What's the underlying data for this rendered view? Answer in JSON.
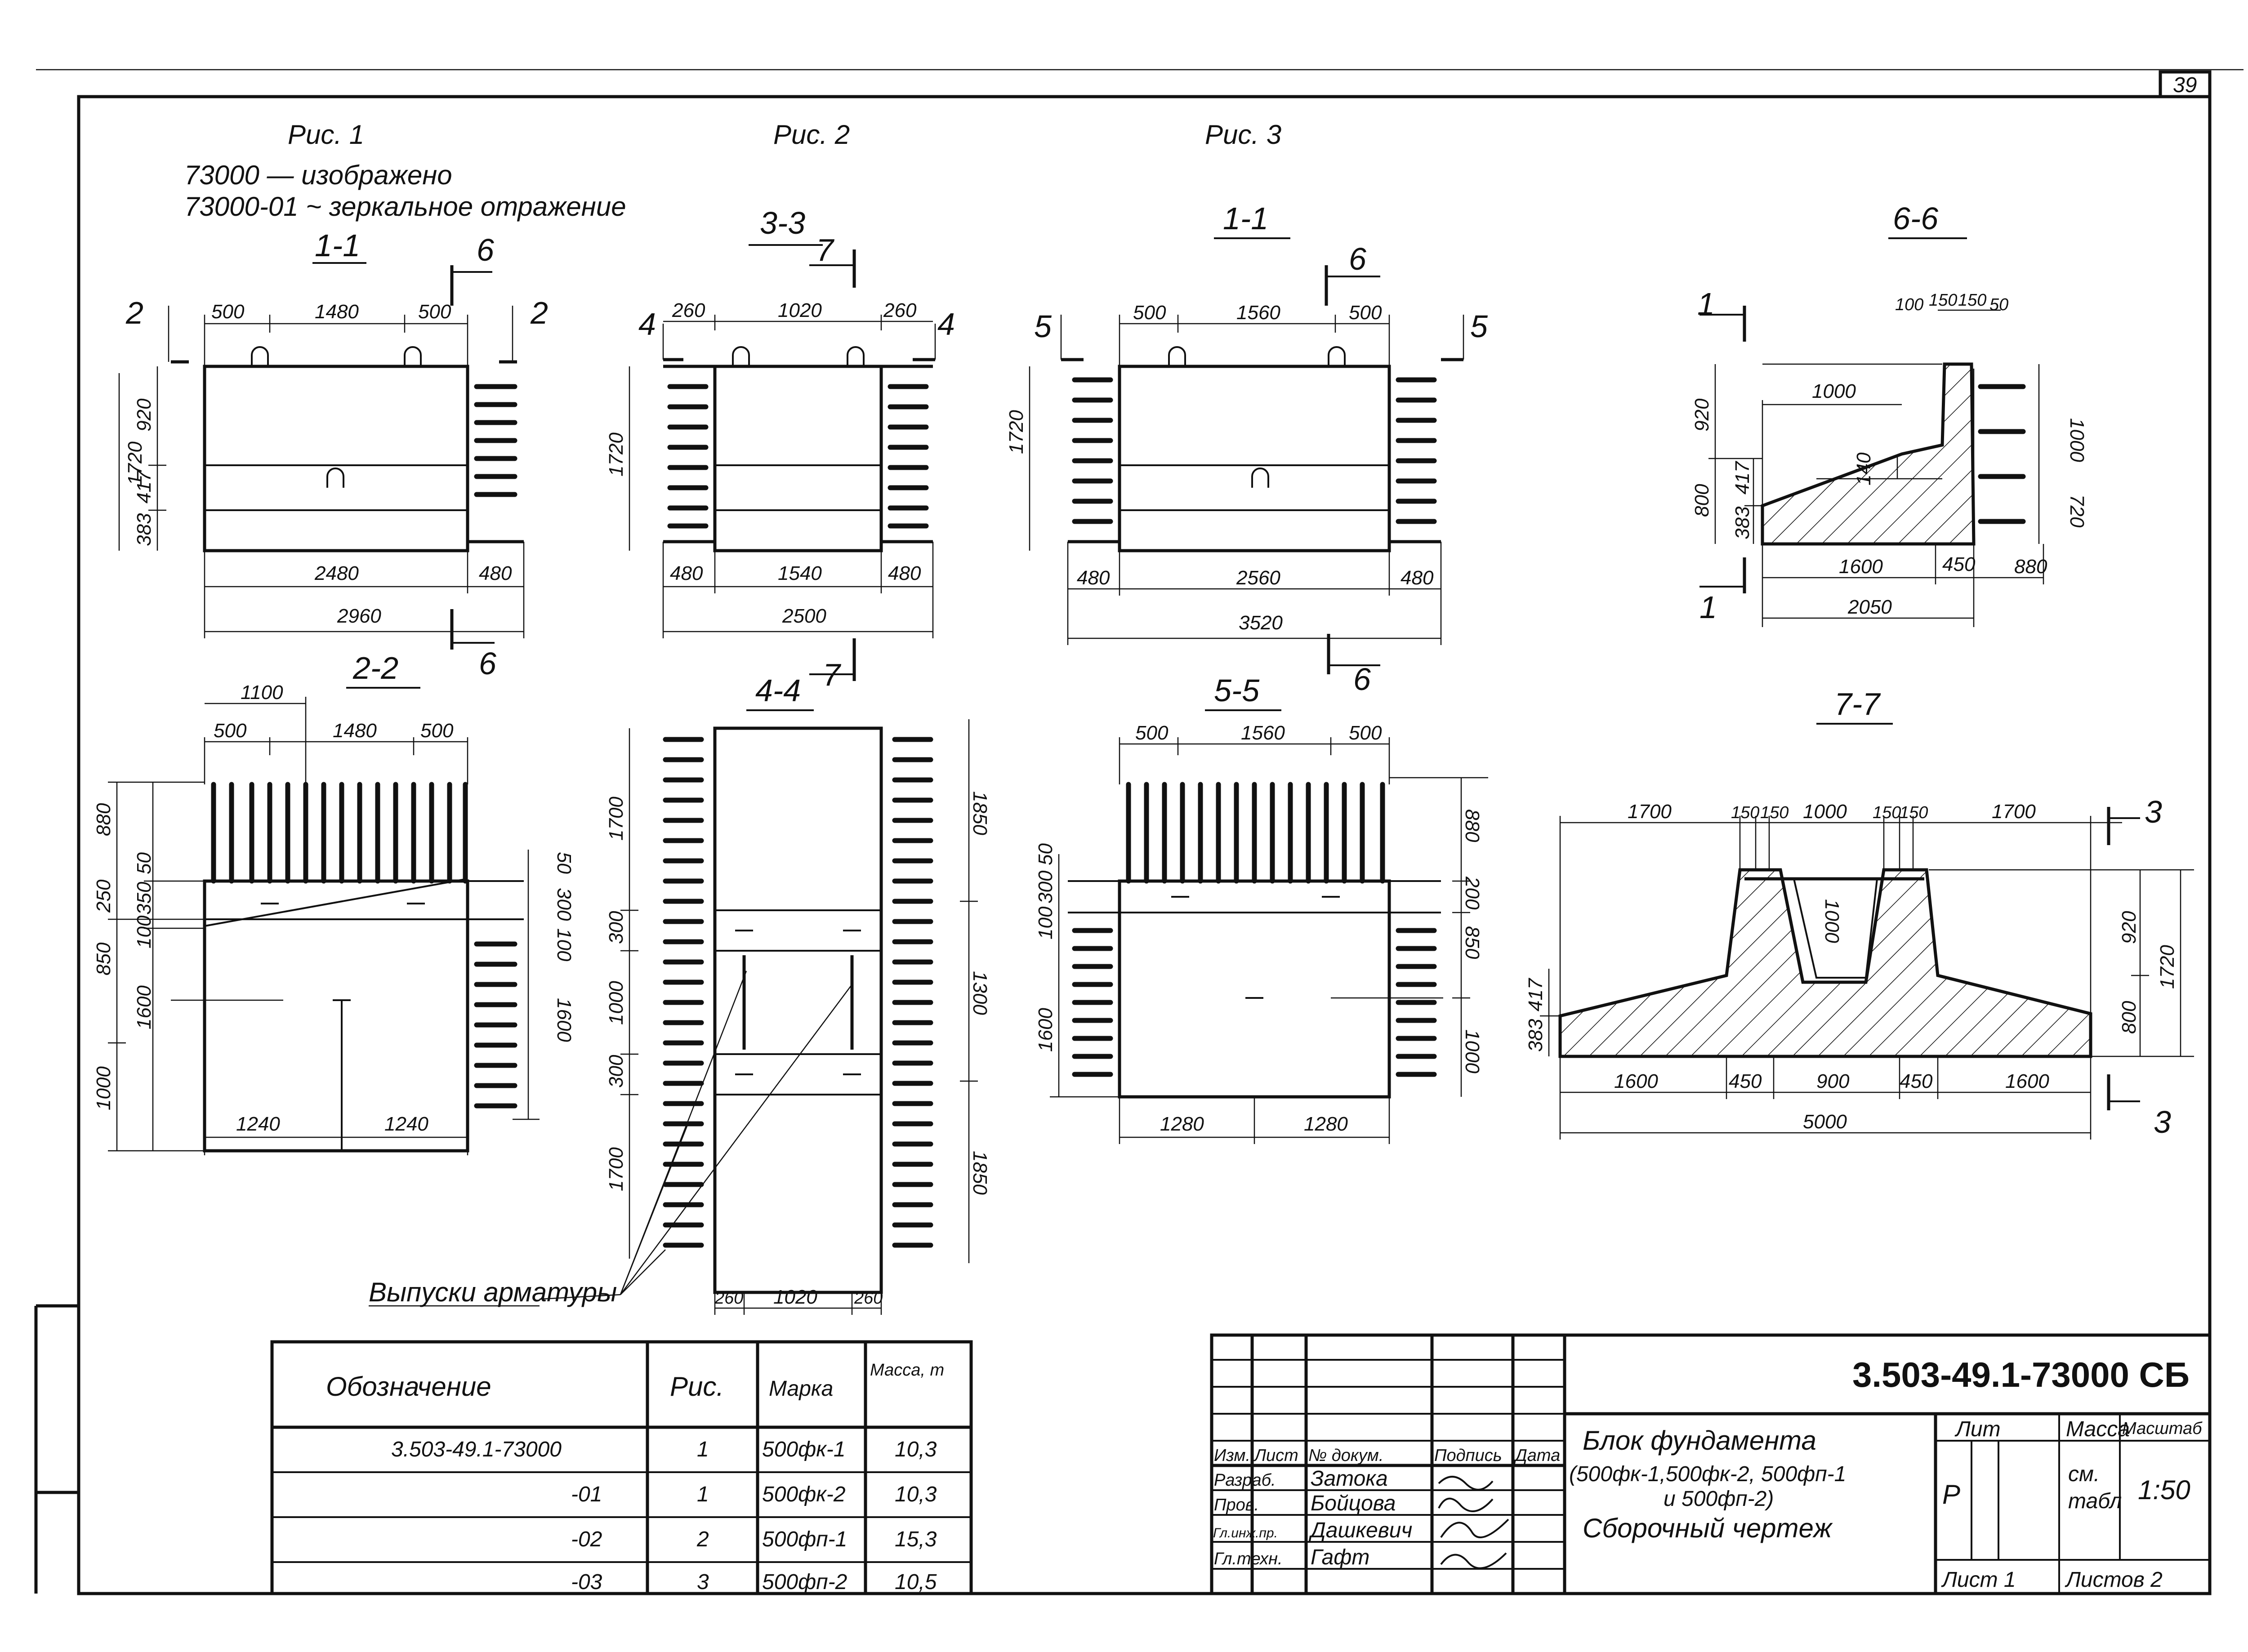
{
  "sheet": {
    "number": "39"
  },
  "captions": {
    "fig1": "Рис. 1",
    "fig2": "Рис. 2",
    "fig3": "Рис. 3",
    "note1": "73000 — изображено",
    "note2": "73000-01 ~ зеркальное отражение",
    "rebar_outlets": "Выпуски арматуры"
  },
  "sections": {
    "fig1_11": "1-1",
    "fig2_33": "3-3",
    "fig3_11": "1-1",
    "s66": "6-6",
    "fig1_22": "2-2",
    "s44": "4-4",
    "s55": "5-5",
    "s77": "7-7"
  },
  "cut_marks": {
    "fig1": [
      "2",
      "2",
      "6",
      "6"
    ],
    "fig2": [
      "4",
      "4",
      "7",
      "7"
    ],
    "fig3": [
      "5",
      "5",
      "6",
      "6"
    ],
    "s66": [
      "1",
      "1"
    ],
    "s77": [
      "3",
      "3"
    ]
  },
  "dims": {
    "f1": {
      "top": [
        "500",
        "1480",
        "500"
      ],
      "left": [
        "1720",
        "920",
        "417",
        "383"
      ],
      "bottom": [
        "2480",
        "480",
        "2960"
      ]
    },
    "f2": {
      "top": [
        "260",
        "1020",
        "260"
      ],
      "left": [
        "1720"
      ],
      "bottom": [
        "480",
        "1540",
        "480",
        "2500"
      ]
    },
    "f3": {
      "top": [
        "500",
        "1560",
        "500"
      ],
      "left": [
        "1720"
      ],
      "bottom": [
        "480",
        "2560",
        "480",
        "3520"
      ]
    },
    "s66": {
      "top": [
        "100",
        "150",
        "150",
        "50"
      ],
      "left": [
        "920",
        "800",
        "417",
        "383"
      ],
      "inner": [
        "1000",
        "140"
      ],
      "right": [
        "1000",
        "720"
      ],
      "bottom": [
        "1600",
        "450",
        "880",
        "2050"
      ]
    },
    "s22": {
      "top": [
        "1100",
        "500",
        "1480",
        "500"
      ],
      "left": [
        "880",
        "50",
        "250",
        "350",
        "100",
        "850",
        "1600",
        "1000"
      ],
      "right": [
        "50",
        "300",
        "100",
        "1600"
      ],
      "bottom": [
        "1240",
        "1240"
      ]
    },
    "s44": {
      "left": [
        "1700",
        "300",
        "1000",
        "300",
        "1700"
      ],
      "right": [
        "1850",
        "1300",
        "1850"
      ],
      "bottom": [
        "260",
        "1020",
        "260"
      ]
    },
    "s55": {
      "top": [
        "500",
        "1560",
        "500"
      ],
      "left": [
        "50",
        "300",
        "100",
        "1600"
      ],
      "right": [
        "880",
        "200",
        "850",
        "1000"
      ],
      "bottom": [
        "1280",
        "1280"
      ]
    },
    "s77": {
      "top": [
        "1700",
        "150",
        "150",
        "1000",
        "150",
        "150",
        "1700"
      ],
      "left": [
        "417",
        "383"
      ],
      "right": [
        "920",
        "800",
        "1720"
      ],
      "inner": [
        "1000"
      ],
      "bottom": [
        "1600",
        "450",
        "900",
        "450",
        "1600",
        "5000"
      ]
    }
  },
  "spec_table": {
    "headers": [
      "Обозначение",
      "Рис.",
      "Марка",
      "Масса, т"
    ],
    "rows": [
      {
        "designation": "3.503-49.1-73000",
        "fig": "1",
        "mark": "500фк-1",
        "mass": "10,3"
      },
      {
        "designation": "-01",
        "fig": "1",
        "mark": "500фк-2",
        "mass": "10,3"
      },
      {
        "designation": "-02",
        "fig": "2",
        "mark": "500фп-1",
        "mass": "15,3"
      },
      {
        "designation": "-03",
        "fig": "3",
        "mark": "500фп-2",
        "mass": "10,5"
      }
    ]
  },
  "title_block": {
    "code": "3.503-49.1-73000 СБ",
    "title_line1": "Блок фундамента",
    "title_line2": "(500фк-1,500фк-2, 500фп-1",
    "title_line3": "и 500фп-2)",
    "title_line4": "Сборочный чертеж",
    "col_headers": [
      "Изм.",
      "Лист",
      "№ докум.",
      "Подпись",
      "Дата"
    ],
    "people": [
      {
        "role": "Разраб.",
        "name": "Затока"
      },
      {
        "role": "Пров.",
        "name": "Бойцова"
      },
      {
        "role": "Гл.инж.пр.",
        "name": "Дашкевич"
      },
      {
        "role": "Гл.техн.",
        "name": "Гафт"
      }
    ],
    "lit_label": "Лит",
    "lit_value": "Р",
    "mass_label": "Масса",
    "mass_value_1": "см.",
    "mass_value_2": "табл",
    "scale_label": "Масштаб",
    "scale_value": "1:50",
    "sheet_label": "Лист 1",
    "sheets_label": "Листов 2"
  }
}
